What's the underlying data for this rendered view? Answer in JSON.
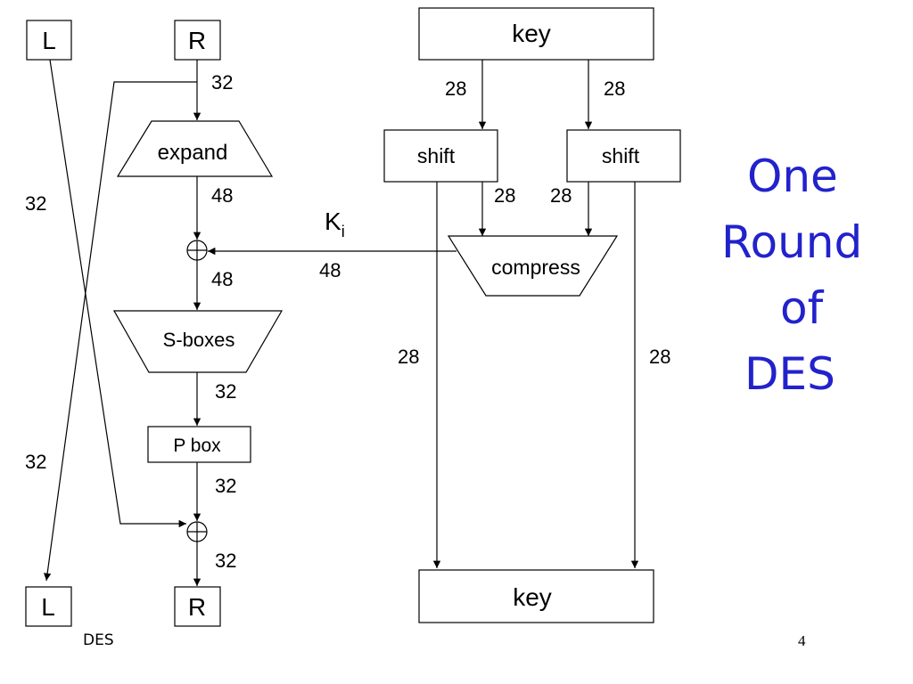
{
  "diagram": {
    "nodes": {
      "l_top": "L",
      "r_top": "R",
      "l_bottom": "L",
      "r_bottom": "R",
      "expand": "expand",
      "sboxes": "S-boxes",
      "pbox": "P box",
      "key_top": "key",
      "key_bottom": "key",
      "shift_left": "shift",
      "shift_right": "shift",
      "compress": "compress"
    },
    "subkey": {
      "base": "K",
      "subscript": "i"
    },
    "bit_widths": {
      "r_out": "32",
      "l_cross": "32",
      "r_cross": "32",
      "expand_out": "48",
      "xor1_out": "48",
      "sbox_out": "32",
      "pbox_out": "32",
      "xor2_out": "32",
      "key_left": "28",
      "key_right": "28",
      "shift_left_out": "28",
      "shift_right_out": "28",
      "compress_out": "48",
      "shift_left_down": "28",
      "shift_right_down": "28"
    }
  },
  "title_lines": [
    "One",
    "Round",
    "of",
    "DES"
  ],
  "footer": {
    "left": "DES",
    "page_number": "4"
  },
  "colors": {
    "title": "#2222cc",
    "line": "#000000"
  }
}
